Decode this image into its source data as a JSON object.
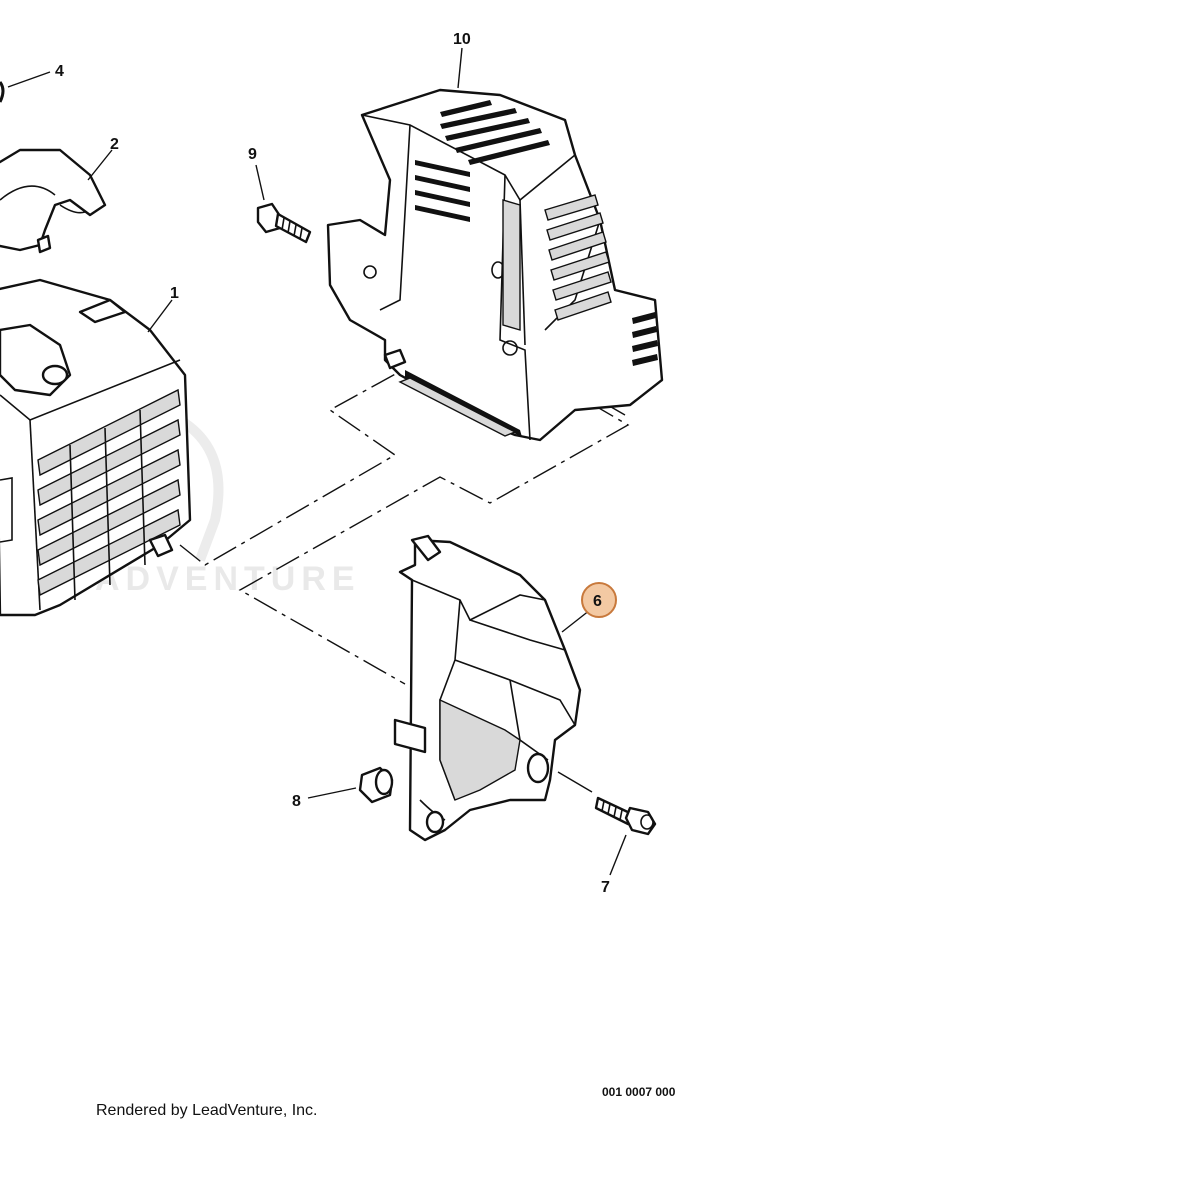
{
  "diagram": {
    "callouts": [
      {
        "id": "1",
        "highlighted": false
      },
      {
        "id": "2",
        "highlighted": false
      },
      {
        "id": "4",
        "highlighted": false
      },
      {
        "id": "6",
        "highlighted": true
      },
      {
        "id": "7",
        "highlighted": false
      },
      {
        "id": "8",
        "highlighted": false
      },
      {
        "id": "9",
        "highlighted": false
      },
      {
        "id": "10",
        "highlighted": false
      }
    ],
    "highlight_color": "#f3c9a3",
    "highlight_stroke": "#c8793c",
    "watermark_text": "ADVENTURE",
    "drawing_code": "001 0007 000",
    "footer": "Rendered by LeadVenture, Inc."
  }
}
